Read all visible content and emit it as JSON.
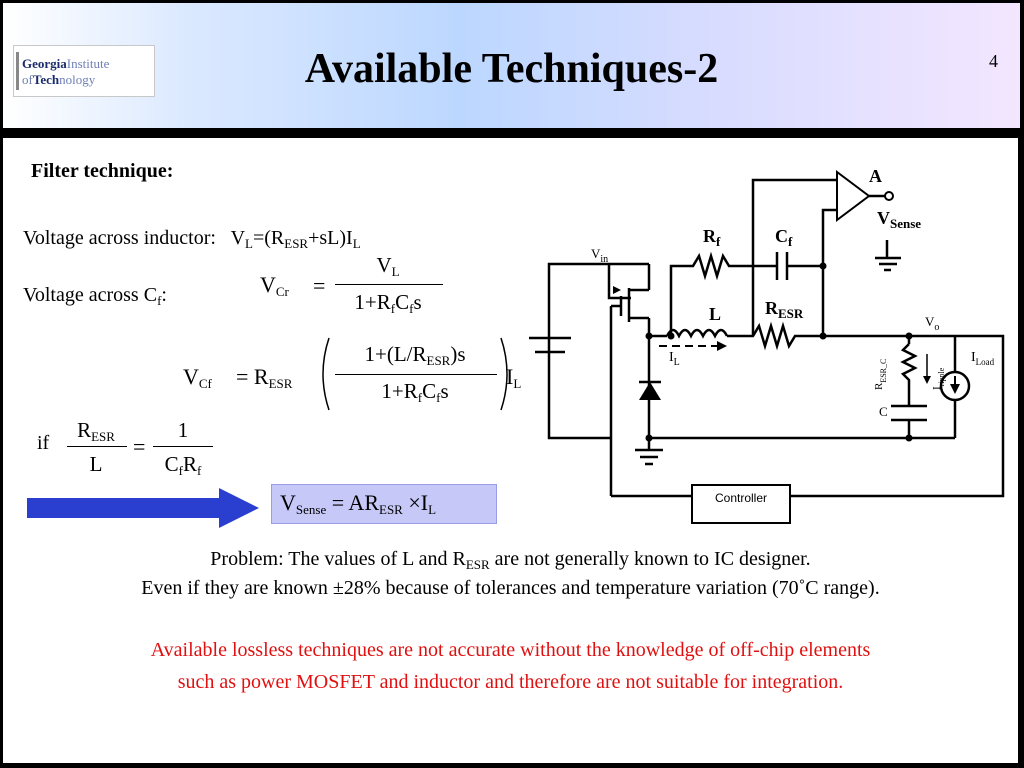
{
  "slide": {
    "title": "Available Techniques-2",
    "page_number": "4",
    "logo": {
      "line1a": "Georgia",
      "line1b": "Institute",
      "line2a": "of",
      "line2b": "Tech",
      "line2c": "nology"
    }
  },
  "content": {
    "heading": "Filter technique:",
    "inductor_voltage_label": "Voltage across inductor:",
    "inductor_eq": {
      "v": "V",
      "v_sub": "L",
      "eq_open": "=(R",
      "r_sub": "ESR",
      "rest": "+sL)I",
      "i_sub": "L"
    },
    "cf_voltage_label": "Voltage across C",
    "cf_voltage_sub": "f",
    "cf_voltage_colon": ":",
    "eq1": {
      "lhs": "V",
      "lhs_sub": "Cr",
      "eq": "=",
      "num": "V",
      "num_sub": "L",
      "den_a": "1+R",
      "den_sub1": "f",
      "den_b": "C",
      "den_sub2": "f",
      "den_c": "s"
    },
    "eq2": {
      "lhs": "V",
      "lhs_sub": "Cf",
      "eq": "= R",
      "eq_sub": "ESR",
      "num_a": "1+(L/R",
      "num_sub": "ESR",
      "num_b": ")s",
      "den_a": "1+R",
      "den_sub1": "f",
      "den_b": "C",
      "den_sub2": "f",
      "den_c": "s",
      "tail": "I",
      "tail_sub": "L"
    },
    "eq3": {
      "if": "if",
      "num_l": "R",
      "num_l_sub": "ESR",
      "den_l": "L",
      "eq": "=",
      "num_r": "1",
      "den_r_a": "C",
      "den_r_sub1": "f",
      "den_r_b": "R",
      "den_r_sub2": "f"
    },
    "result": {
      "v": "V",
      "v_sub": "Sense",
      "eq": "= AR",
      "r_sub": "ESR",
      "times": "×I",
      "i_sub": "L"
    },
    "problem_line1a": "Problem: The values of L and R",
    "problem_line1_sub": "ESR",
    "problem_line1b": " are not generally known to IC designer.",
    "problem_line2": "Even if they are known ±28% because of tolerances and temperature variation (70˚C range).",
    "conclusion_line1": "Available lossless techniques are not accurate without the knowledge of off-chip elements",
    "conclusion_line2": "such as power MOSFET and inductor and therefore are not suitable for integration."
  },
  "circuit": {
    "node_a": "A",
    "vsense": "V",
    "vsense_sub": "Sense",
    "rf": "R",
    "rf_sub": "f",
    "cf": "C",
    "cf_sub": "f",
    "vin": "V",
    "vin_sub": "in",
    "l": "L",
    "resr": "R",
    "resr_sub": "ESR",
    "vo": "V",
    "vo_sub": "o",
    "il": "I",
    "il_sub": "L",
    "resr_c": "R",
    "resr_c_sub": "ESR_C",
    "iripple": "I",
    "iripple_sub": "ripple",
    "c": "C",
    "iload": "I",
    "iload_sub": "Load",
    "controller": "Controller"
  },
  "colors": {
    "arrow": "#2a3fd0",
    "result_box": "#c6c8f8",
    "conclusion": "#e01010"
  }
}
